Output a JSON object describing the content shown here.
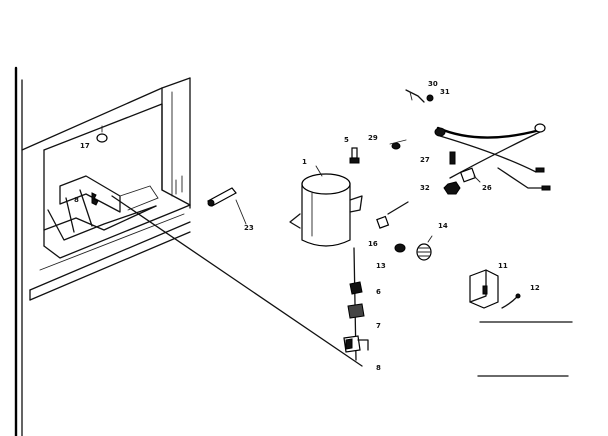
{
  "callouts": {
    "c1": "1",
    "c5": "5",
    "c6": "6",
    "c7": "7",
    "c8a": "8",
    "c8b": "8",
    "c11": "11",
    "c12": "12",
    "c13": "13",
    "c14": "14",
    "c16": "16",
    "c17": "17",
    "c23": "23",
    "c26": "26",
    "c27": "27",
    "c29": "29",
    "c30": "30",
    "c31": "31",
    "c32": "32"
  }
}
